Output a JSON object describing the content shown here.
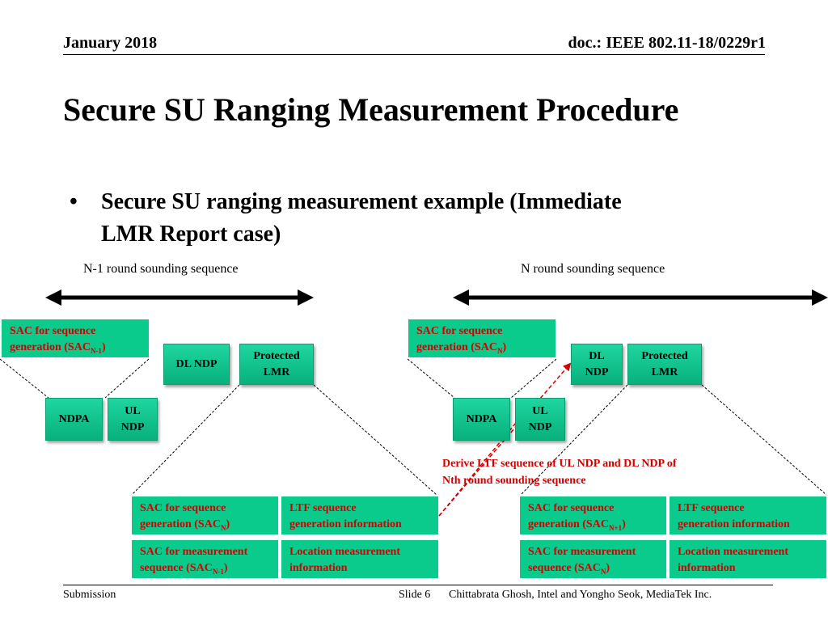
{
  "header": {
    "date": "January 2018",
    "doc": "doc.: IEEE 802.11-18/0229r1"
  },
  "title": "Secure SU Ranging Measurement Procedure",
  "bullet": {
    "symbol": "•",
    "line1": "Secure SU ranging measurement example (Immediate",
    "line2": "LMR Report case)"
  },
  "left": {
    "label": "N-1 round sounding sequence",
    "sac_box": {
      "line1": "SAC for sequence",
      "line2_pre": "generation (SAC",
      "line2_sub": "N-1",
      "line2_post": ")"
    },
    "dl_ndp": "DL NDP",
    "protected_lmr": {
      "line1": "Protected",
      "line2": "LMR"
    },
    "ndpa": "NDPA",
    "ul_ndp": {
      "line1": "UL",
      "line2": "NDP"
    },
    "expand": [
      {
        "line1": "SAC for sequence",
        "line2_pre": "generation (SAC",
        "line2_sub": "N",
        "line2_post": ")"
      },
      {
        "line1": "LTF sequence",
        "line2_pre": "generation information",
        "line2_sub": "",
        "line2_post": ""
      },
      {
        "line1": "SAC for measurement",
        "line2_pre": "sequence (SAC",
        "line2_sub": "N-1",
        "line2_post": ")"
      },
      {
        "line1": "Location measurement",
        "line2_pre": "information",
        "line2_sub": "",
        "line2_post": ""
      }
    ]
  },
  "right": {
    "label": "N round sounding sequence",
    "sac_box": {
      "line1": "SAC for sequence",
      "line2_pre": "generation (SAC",
      "line2_sub": "N",
      "line2_post": ")"
    },
    "dl_ndp": {
      "line1": "DL",
      "line2": "NDP"
    },
    "protected_lmr": {
      "line1": "Protected",
      "line2": "LMR"
    },
    "ndpa": "NDPA",
    "ul_ndp": {
      "line1": "UL",
      "line2": "NDP"
    },
    "expand": [
      {
        "line1": "SAC for sequence",
        "line2_pre": "generation (SAC",
        "line2_sub": "N+1",
        "line2_post": ")"
      },
      {
        "line1": "LTF sequence",
        "line2_pre": "generation information",
        "line2_sub": "",
        "line2_post": ""
      },
      {
        "line1": "SAC for measurement",
        "line2_pre": "sequence (SAC",
        "line2_sub": "N",
        "line2_post": ")"
      },
      {
        "line1": "Location measurement",
        "line2_pre": "information",
        "line2_sub": "",
        "line2_post": ""
      }
    ]
  },
  "note": {
    "line1": "Derive LTF sequence of UL NDP and DL NDP of",
    "line2": "Nth round sounding sequence"
  },
  "footer": {
    "left": "Submission",
    "slide": "Slide 6",
    "authors": "Chittabrata Ghosh, Intel and Yongho Seok, MediaTek Inc."
  },
  "colors": {
    "box_green": "#0acb8c",
    "note_red": "#d40000"
  }
}
